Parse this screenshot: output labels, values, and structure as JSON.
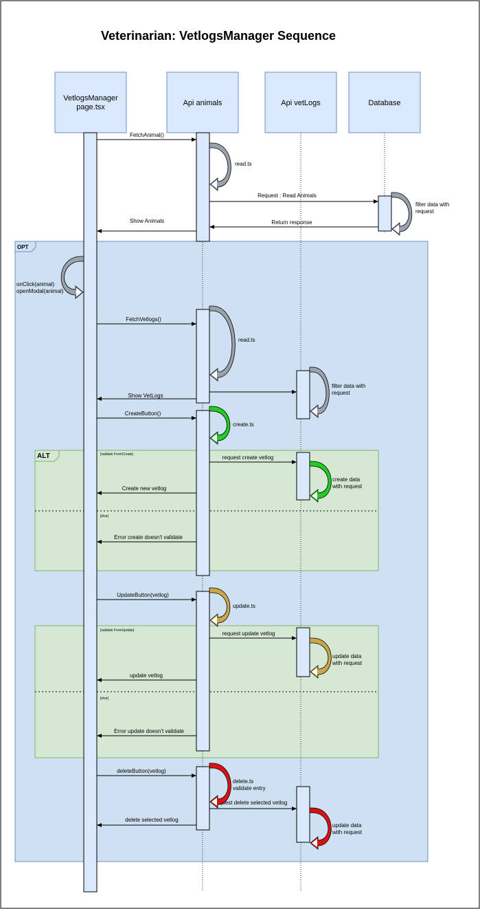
{
  "title": "Veterinarian: VetlogsManager Sequence",
  "participants": [
    {
      "line1": "VetlogsManager",
      "line2": "page.tsx"
    },
    {
      "line1": "Api animals",
      "line2": ""
    },
    {
      "line1": "Api vetLogs",
      "line2": ""
    },
    {
      "line1": "Database",
      "line2": ""
    }
  ],
  "frames": {
    "opt": {
      "label": "OPT"
    },
    "alt_create": {
      "label": "ALT",
      "guard1": "[validate FormCreate]",
      "guard2": "[else]"
    },
    "alt_update": {
      "label": "",
      "guard1": "[validate FormUpdate]",
      "guard2": "[else]"
    }
  },
  "messages": [
    {
      "id": "fetch-animal",
      "text": "FetchAnimal()"
    },
    {
      "id": "request-read-animals",
      "text": "Request : Read Animals"
    },
    {
      "id": "return-response",
      "text": "Return response"
    },
    {
      "id": "show-animals",
      "text": "Show Animals"
    },
    {
      "id": "fetch-vetlogs",
      "text": "FetchVetlogs()"
    },
    {
      "id": "show-vetlogs",
      "text": "Show VetLogs"
    },
    {
      "id": "create-button",
      "text": "CreateButton()"
    },
    {
      "id": "request-create-vetlog",
      "text": "request create vetlog"
    },
    {
      "id": "create-new-vetlog",
      "text": "Create new vetlog"
    },
    {
      "id": "error-create",
      "text": "Error create doesn't validate"
    },
    {
      "id": "update-button",
      "text": "UpdateButton(vetlog)"
    },
    {
      "id": "request-update-vetlog",
      "text": "request update vetlog"
    },
    {
      "id": "update-vetlog",
      "text": "update vetlog"
    },
    {
      "id": "error-update",
      "text": "Error update doesn't validate"
    },
    {
      "id": "delete-button",
      "text": "deleteButton(vetlog)"
    },
    {
      "id": "request-delete",
      "text": "request delete selected vetlog"
    },
    {
      "id": "delete-selected",
      "text": "delete selected vetlog"
    }
  ],
  "self_calls": [
    {
      "id": "read-ts-1",
      "line1": "read.ts",
      "line2": ""
    },
    {
      "id": "filter-db",
      "line1": "filter data with",
      "line2": "request"
    },
    {
      "id": "onclick",
      "line1": "onClick(animal)",
      "line2": "openModal(animal)"
    },
    {
      "id": "read-ts-2",
      "line1": "read.ts",
      "line2": ""
    },
    {
      "id": "filter-vetlogs",
      "line1": "filter data with",
      "line2": "request"
    },
    {
      "id": "create-ts",
      "line1": "create.ts",
      "line2": ""
    },
    {
      "id": "create-data",
      "line1": "create data",
      "line2": "with request"
    },
    {
      "id": "update-ts",
      "line1": "update.ts",
      "line2": ""
    },
    {
      "id": "update-data-1",
      "line1": "update data",
      "line2": "with request"
    },
    {
      "id": "delete-ts",
      "line1": "delete.ts",
      "line2": "validate entry"
    },
    {
      "id": "update-data-2",
      "line1": "update data",
      "line2": "with request"
    }
  ],
  "colors": {
    "participant_fill": "#dae8fc",
    "opt_fill": "#cfe0f3",
    "alt_fill": "#d5e8d4",
    "loop_grey": "#9aa3ad",
    "loop_green": "#22cc22",
    "loop_gold": "#c9a84a",
    "loop_red": "#dd1111",
    "loop_inner": "#ffffff"
  }
}
